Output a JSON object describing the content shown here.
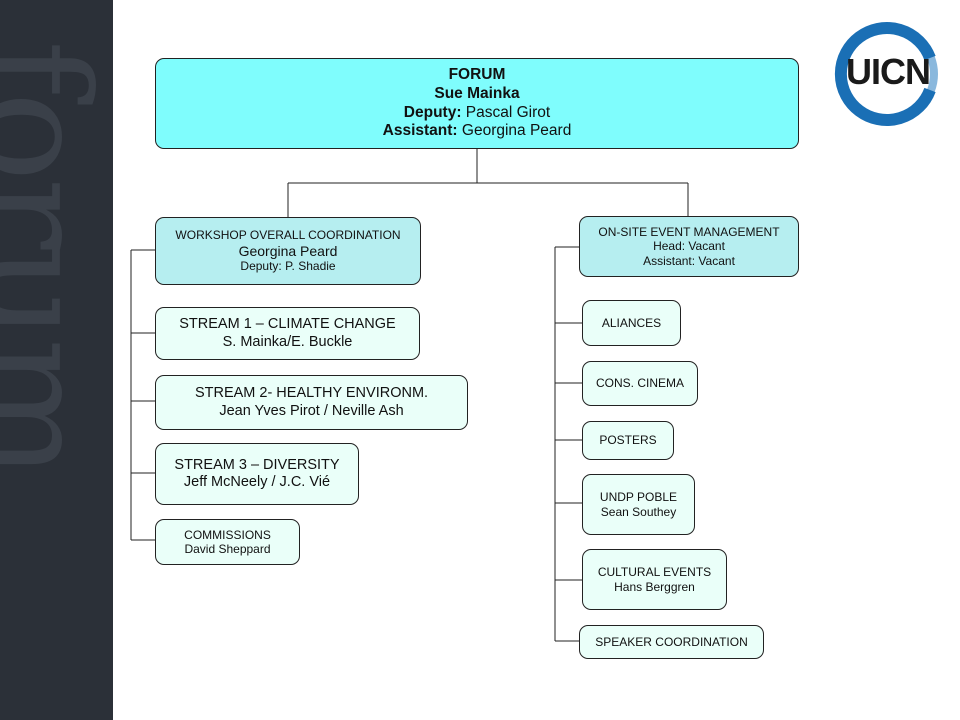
{
  "sidebar": {
    "word": "forum"
  },
  "logo": {
    "text": "UICN",
    "colors": {
      "ring": "#1a6fb5",
      "ring_light": "#8ab8dd"
    }
  },
  "root": {
    "title": "FORUM",
    "name": "Sue Mainka",
    "deputy_label": "Deputy:",
    "deputy": " Pascal Girot",
    "assistant_label": "Assistant:",
    "assistant": " Georgina Peard"
  },
  "workshop": {
    "title": "WORKSHOP OVERALL COORDINATION",
    "name": "Georgina Peard",
    "deputy": "Deputy: P. Shadie"
  },
  "streams": [
    {
      "title": "STREAM 1 – CLIMATE CHANGE",
      "people": "S. Mainka/E. Buckle"
    },
    {
      "title": "STREAM 2- HEALTHY ENVIRONM.",
      "people": "Jean Yves Pirot / Neville Ash"
    },
    {
      "title": "STREAM 3 – DIVERSITY",
      "people": "Jeff McNeely / J.C. Vié"
    }
  ],
  "commissions": {
    "title": "COMMISSIONS",
    "people": "David Sheppard"
  },
  "onsite": {
    "title": "ON-SITE EVENT MANAGEMENT",
    "head": "Head: Vacant",
    "assistant": "Assistant: Vacant"
  },
  "onsite_items": [
    {
      "title": "ALIANCES",
      "people": ""
    },
    {
      "title": "CONS. CINEMA",
      "people": ""
    },
    {
      "title": "POSTERS",
      "people": ""
    },
    {
      "title": "UNDP POBLE",
      "people": "Sean Southey"
    },
    {
      "title": "CULTURAL EVENTS",
      "people": "Hans Berggren"
    },
    {
      "title": "SPEAKER COORDINATION",
      "people": ""
    }
  ],
  "colors": {
    "root_fill": "#7ffdfd",
    "manager_fill": "#b6eef0",
    "item_fill": "#eafff9",
    "sidebar": "#2b3038"
  }
}
